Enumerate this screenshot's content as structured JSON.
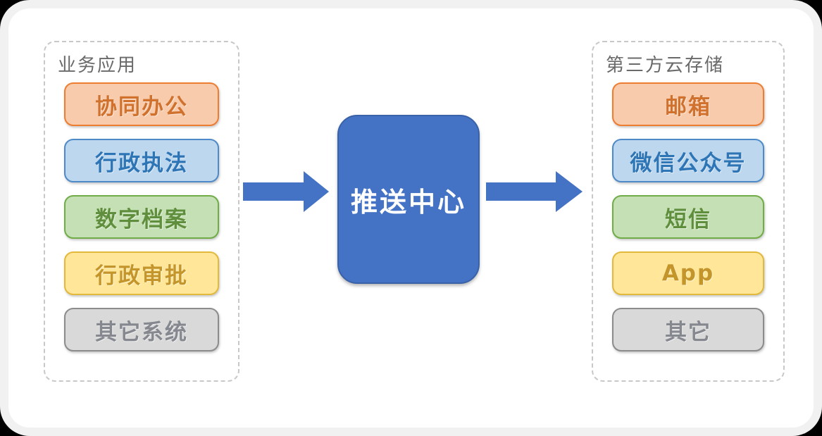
{
  "page": {
    "background": "#000000",
    "frame_color": "#f1f1f2",
    "canvas_color": "#ffffff"
  },
  "diagram": {
    "left_panel": {
      "title": "业务应用",
      "items": [
        {
          "label": "协同办公",
          "variant": "orange"
        },
        {
          "label": "行政执法",
          "variant": "blue"
        },
        {
          "label": "数字档案",
          "variant": "green"
        },
        {
          "label": "行政审批",
          "variant": "yellow"
        },
        {
          "label": "其它系统",
          "variant": "gray"
        }
      ]
    },
    "center_node": {
      "label": "推送中心",
      "fill": "#4472C4",
      "text_color": "#FFFFFF"
    },
    "right_panel": {
      "title": "第三方云存储",
      "items": [
        {
          "label": "邮箱",
          "variant": "orange"
        },
        {
          "label": "微信公众号",
          "variant": "blue"
        },
        {
          "label": "短信",
          "variant": "green"
        },
        {
          "label": "App",
          "variant": "yellow"
        },
        {
          "label": "其它",
          "variant": "gray"
        }
      ]
    },
    "arrows": [
      {
        "name": "left-flow-arrow",
        "direction": "right",
        "color": "#4472C4"
      },
      {
        "name": "right-flow-arrow",
        "direction": "right",
        "color": "#4472C4"
      }
    ],
    "colors": {
      "orange_fill": "#F8CBAD",
      "orange_border": "#ED7D31",
      "orange_text": "#D0722E",
      "blue_fill": "#BDD7EE",
      "blue_border": "#4E8AC8",
      "blue_text": "#2E75B6",
      "green_fill": "#C5E0B4",
      "green_border": "#70AD47",
      "green_text": "#5F8F3C",
      "yellow_fill": "#FFE699",
      "yellow_border": "#E2B93B",
      "yellow_text": "#C4952B",
      "gray_fill": "#D9D9D9",
      "gray_border": "#8C8C8C",
      "gray_text": "#85888F",
      "panel_border": "#C8C8C8",
      "panel_title_text": "#6A6A6A",
      "arrow": "#4472C4"
    }
  }
}
